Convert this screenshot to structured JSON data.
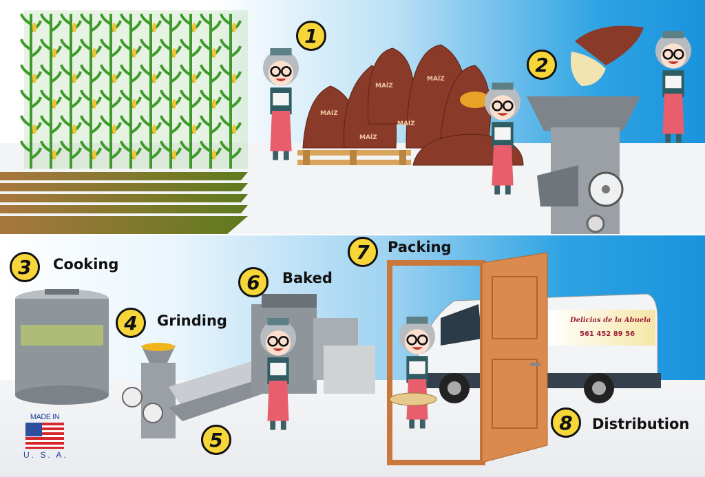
{
  "steps": [
    {
      "number": "1",
      "label": ""
    },
    {
      "number": "2",
      "label": ""
    },
    {
      "number": "3",
      "label": "Cooking"
    },
    {
      "number": "4",
      "label": "Grinding"
    },
    {
      "number": "5",
      "label": ""
    },
    {
      "number": "6",
      "label": "Baked"
    },
    {
      "number": "7",
      "label": "Packing"
    },
    {
      "number": "8",
      "label": "Distribution"
    }
  ],
  "sack_label": "MAÍZ",
  "van": {
    "brand": "Delicias de la Abuela",
    "phone": "561 452 89 56"
  },
  "made_in": {
    "line1": "MADE IN",
    "line2": "U. S. A."
  },
  "colors": {
    "sky": "#1a93dd",
    "badge": "#f7d63a",
    "sack": "#8a3a28",
    "machine": "#8f959b",
    "door": "#d98a4c"
  }
}
